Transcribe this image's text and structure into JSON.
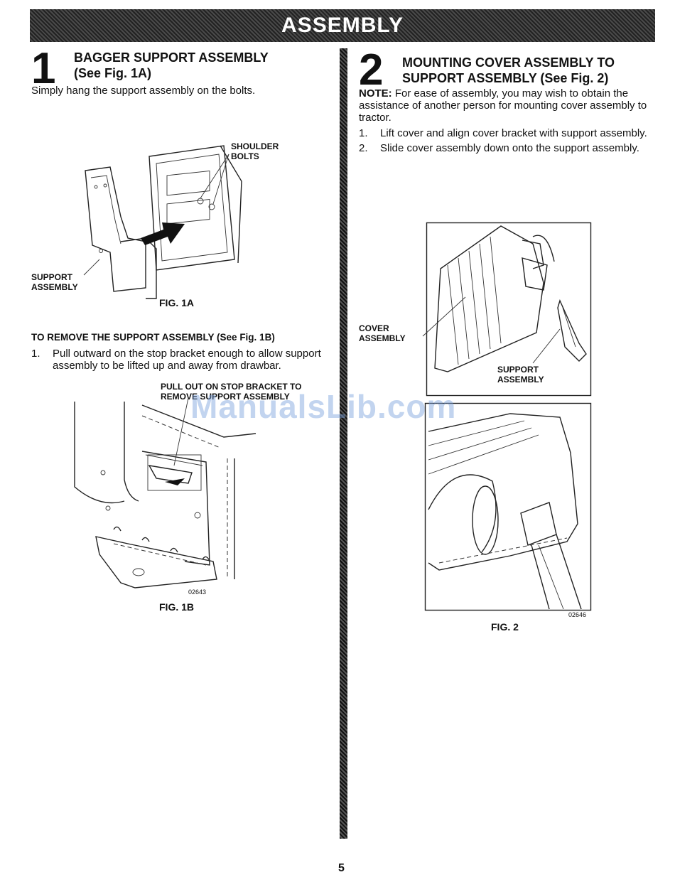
{
  "header": {
    "title": "ASSEMBLY"
  },
  "step1": {
    "number": "1",
    "heading_line1": "BAGGER SUPPORT ASSEMBLY",
    "heading_line2": "(See Fig. 1A)",
    "text": "Simply hang the support assembly on the bolts.",
    "fig1a": {
      "label_shoulder_line1": "SHOULDER",
      "label_shoulder_line2": "BOLTS",
      "label_support_line1": "SUPPORT",
      "label_support_line2": "ASSEMBLY",
      "caption": "FIG. 1A"
    },
    "remove": {
      "heading": "TO REMOVE THE SUPPORT ASSEMBLY (See Fig. 1B)",
      "items": [
        {
          "num": "1.",
          "text": "Pull outward on the stop bracket enough to allow support assembly to be lifted up and away from drawbar."
        }
      ]
    },
    "fig1b": {
      "label_line1": "PULL OUT ON STOP BRACKET TO",
      "label_line2": "REMOVE SUPPORT ASSEMBLY",
      "code": "02643",
      "caption": "FIG. 1B"
    }
  },
  "step2": {
    "number": "2",
    "heading_line1": "MOUNTING COVER ASSEMBLY TO",
    "heading_line2": "SUPPORT ASSEMBLY (See Fig. 2)",
    "note_label": "NOTE:",
    "note_text": "For ease of assembly, you may wish to obtain the assistance of another person for mounting cover assembly to tractor.",
    "items": [
      {
        "num": "1.",
        "text": "Lift cover and align cover bracket with support assembly."
      },
      {
        "num": "2.",
        "text": "Slide cover assembly down onto the support assembly."
      }
    ],
    "fig2": {
      "label_cover_line1": "COVER",
      "label_cover_line2": "ASSEMBLY",
      "label_support_line1": "SUPPORT",
      "label_support_line2": "ASSEMBLY",
      "code": "02646",
      "caption": "FIG. 2"
    }
  },
  "watermark": "ManualsLib.com",
  "footer": {
    "page_number": "5"
  }
}
